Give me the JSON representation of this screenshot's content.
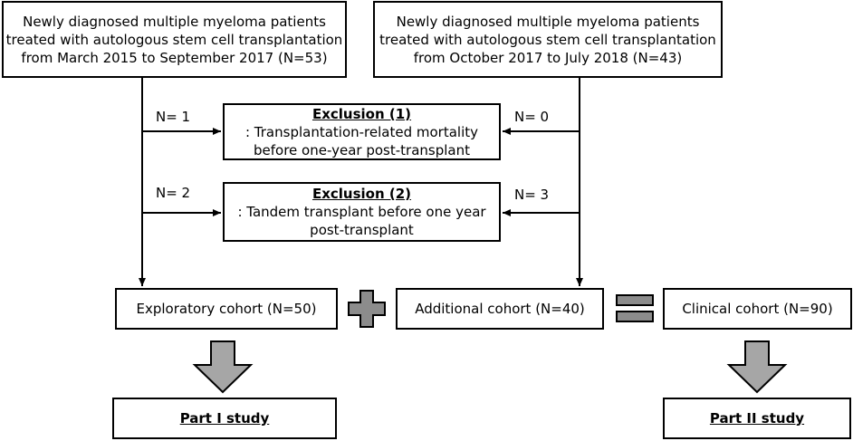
{
  "source_left": {
    "lines": [
      "Newly diagnosed multiple myeloma patients",
      "treated with autologous stem cell transplantation",
      "from March 2015 to September 2017 (N=53)"
    ]
  },
  "source_right": {
    "lines": [
      "Newly diagnosed multiple myeloma patients",
      "treated with autologous stem cell transplantation",
      "from October 2017 to July 2018 (N=43)"
    ]
  },
  "exclusion_1": {
    "title": "Exclusion (1)",
    "lines": [
      ": Transplantation-related mortality",
      "before one-year post-transplant"
    ],
    "n_left": "N= 1",
    "n_right": "N= 0"
  },
  "exclusion_2": {
    "title": "Exclusion (2)",
    "lines": [
      ": Tandem transplant before one year",
      "post-transplant"
    ],
    "n_left": "N= 2",
    "n_right": "N= 3"
  },
  "cohorts": {
    "exploratory": "Exploratory cohort (N=50)",
    "additional": "Additional cohort (N=40)",
    "clinical": "Clinical cohort (N=90)"
  },
  "studies": {
    "part1": "Part I study",
    "part2": "Part II study"
  },
  "colors": {
    "operator_fill": "#8c8c8c",
    "arrow_fill": "#a6a6a6"
  }
}
